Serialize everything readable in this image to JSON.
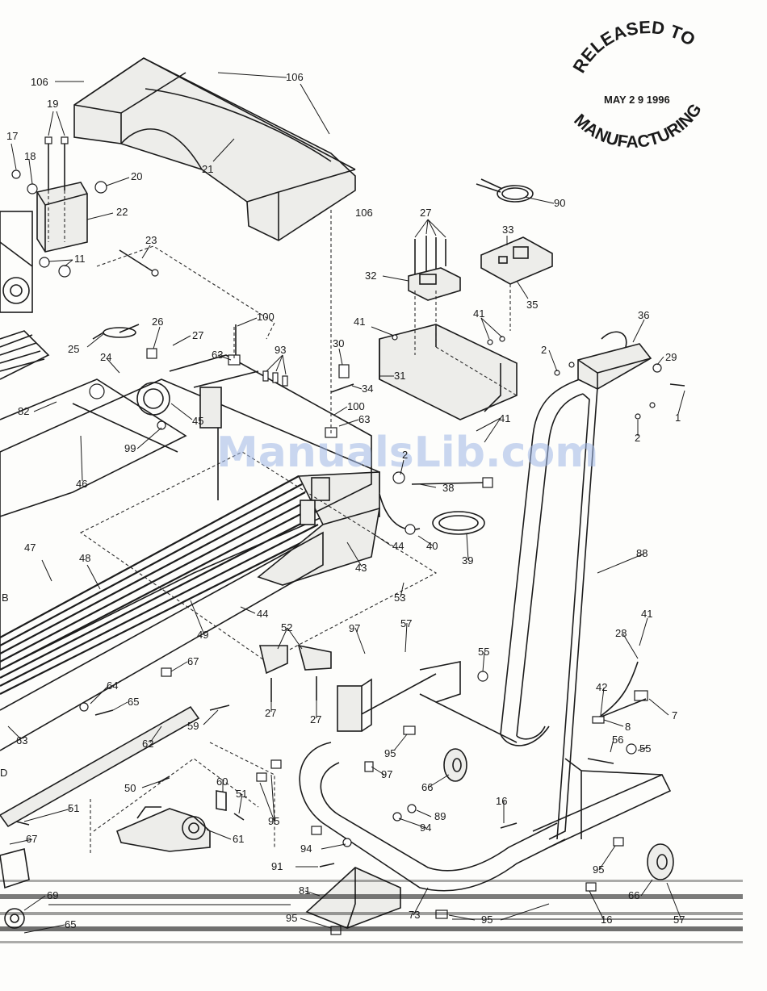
{
  "stamp": {
    "line1": "RELEASED TO",
    "date": "MAY 2 9 1996",
    "line2": "MANUFACTURING"
  },
  "watermark": "ManualsLib.com",
  "callouts": [
    {
      "id": "c106a",
      "label": "106"
    },
    {
      "id": "c106b",
      "label": "106"
    },
    {
      "id": "c106c",
      "label": "106"
    },
    {
      "id": "c19",
      "label": "19"
    },
    {
      "id": "c17",
      "label": "17"
    },
    {
      "id": "c18",
      "label": "18"
    },
    {
      "id": "c20",
      "label": "20"
    },
    {
      "id": "c21",
      "label": "21"
    },
    {
      "id": "c22",
      "label": "22"
    },
    {
      "id": "c23",
      "label": "23"
    },
    {
      "id": "c11",
      "label": "11"
    },
    {
      "id": "c90",
      "label": "90"
    },
    {
      "id": "c27a",
      "label": "27"
    },
    {
      "id": "c33",
      "label": "33"
    },
    {
      "id": "c32",
      "label": "32"
    },
    {
      "id": "c35",
      "label": "35"
    },
    {
      "id": "c100a",
      "label": "100"
    },
    {
      "id": "c26",
      "label": "26"
    },
    {
      "id": "c27b",
      "label": "27"
    },
    {
      "id": "c25",
      "label": "25"
    },
    {
      "id": "c41a",
      "label": "41"
    },
    {
      "id": "c41b",
      "label": "41"
    },
    {
      "id": "c36",
      "label": "36"
    },
    {
      "id": "c24",
      "label": "24"
    },
    {
      "id": "c63a",
      "label": "63"
    },
    {
      "id": "c93",
      "label": "93"
    },
    {
      "id": "c30",
      "label": "30"
    },
    {
      "id": "c2a",
      "label": "2"
    },
    {
      "id": "c29",
      "label": "29"
    },
    {
      "id": "c31",
      "label": "31"
    },
    {
      "id": "c34",
      "label": "34"
    },
    {
      "id": "c82",
      "label": "82"
    },
    {
      "id": "c100b",
      "label": "100"
    },
    {
      "id": "c45",
      "label": "45"
    },
    {
      "id": "c63b",
      "label": "63"
    },
    {
      "id": "c1",
      "label": "1"
    },
    {
      "id": "c2b",
      "label": "2"
    },
    {
      "id": "c41c",
      "label": "41"
    },
    {
      "id": "c99",
      "label": "99"
    },
    {
      "id": "c2c",
      "label": "2"
    },
    {
      "id": "c46",
      "label": "46"
    },
    {
      "id": "c38",
      "label": "38"
    },
    {
      "id": "c47",
      "label": "47"
    },
    {
      "id": "c48",
      "label": "48"
    },
    {
      "id": "c44a",
      "label": "44"
    },
    {
      "id": "c40",
      "label": "40"
    },
    {
      "id": "c39",
      "label": "39"
    },
    {
      "id": "c88",
      "label": "88"
    },
    {
      "id": "c43",
      "label": "43"
    },
    {
      "id": "cB",
      "label": "B"
    },
    {
      "id": "c53",
      "label": "53"
    },
    {
      "id": "c44b",
      "label": "44"
    },
    {
      "id": "c49",
      "label": "49"
    },
    {
      "id": "c41d",
      "label": "41"
    },
    {
      "id": "c52",
      "label": "52"
    },
    {
      "id": "c57a",
      "label": "57"
    },
    {
      "id": "c97a",
      "label": "97"
    },
    {
      "id": "c28",
      "label": "28"
    },
    {
      "id": "c55a",
      "label": "55"
    },
    {
      "id": "c67a",
      "label": "67"
    },
    {
      "id": "c64",
      "label": "64"
    },
    {
      "id": "c42",
      "label": "42"
    },
    {
      "id": "c7",
      "label": "7"
    },
    {
      "id": "c65a",
      "label": "65"
    },
    {
      "id": "c27c",
      "label": "27"
    },
    {
      "id": "c27d",
      "label": "27"
    },
    {
      "id": "c8",
      "label": "8"
    },
    {
      "id": "c59",
      "label": "59"
    },
    {
      "id": "c63c",
      "label": "63"
    },
    {
      "id": "c62",
      "label": "62"
    },
    {
      "id": "c95a",
      "label": "95"
    },
    {
      "id": "c56",
      "label": "56"
    },
    {
      "id": "c55b",
      "label": "55"
    },
    {
      "id": "c66a",
      "label": "66"
    },
    {
      "id": "c97b",
      "label": "97"
    },
    {
      "id": "c50",
      "label": "50"
    },
    {
      "id": "c60",
      "label": "60"
    },
    {
      "id": "c51a",
      "label": "51"
    },
    {
      "id": "c89",
      "label": "89"
    },
    {
      "id": "c16a",
      "label": "16"
    },
    {
      "id": "c95b",
      "label": "95"
    },
    {
      "id": "c51b",
      "label": "51"
    },
    {
      "id": "c94a",
      "label": "94"
    },
    {
      "id": "c67b",
      "label": "67"
    },
    {
      "id": "c61",
      "label": "61"
    },
    {
      "id": "c94b",
      "label": "94"
    },
    {
      "id": "c91",
      "label": "91"
    },
    {
      "id": "c95c",
      "label": "95"
    },
    {
      "id": "c81",
      "label": "81"
    },
    {
      "id": "c66b",
      "label": "66"
    },
    {
      "id": "c69",
      "label": "69"
    },
    {
      "id": "c73",
      "label": "73"
    },
    {
      "id": "c95d",
      "label": "95"
    },
    {
      "id": "c95e",
      "label": "95"
    },
    {
      "id": "c16b",
      "label": "16"
    },
    {
      "id": "c57b",
      "label": "57"
    },
    {
      "id": "c65b",
      "label": "65"
    },
    {
      "id": "cD",
      "label": "D"
    }
  ]
}
